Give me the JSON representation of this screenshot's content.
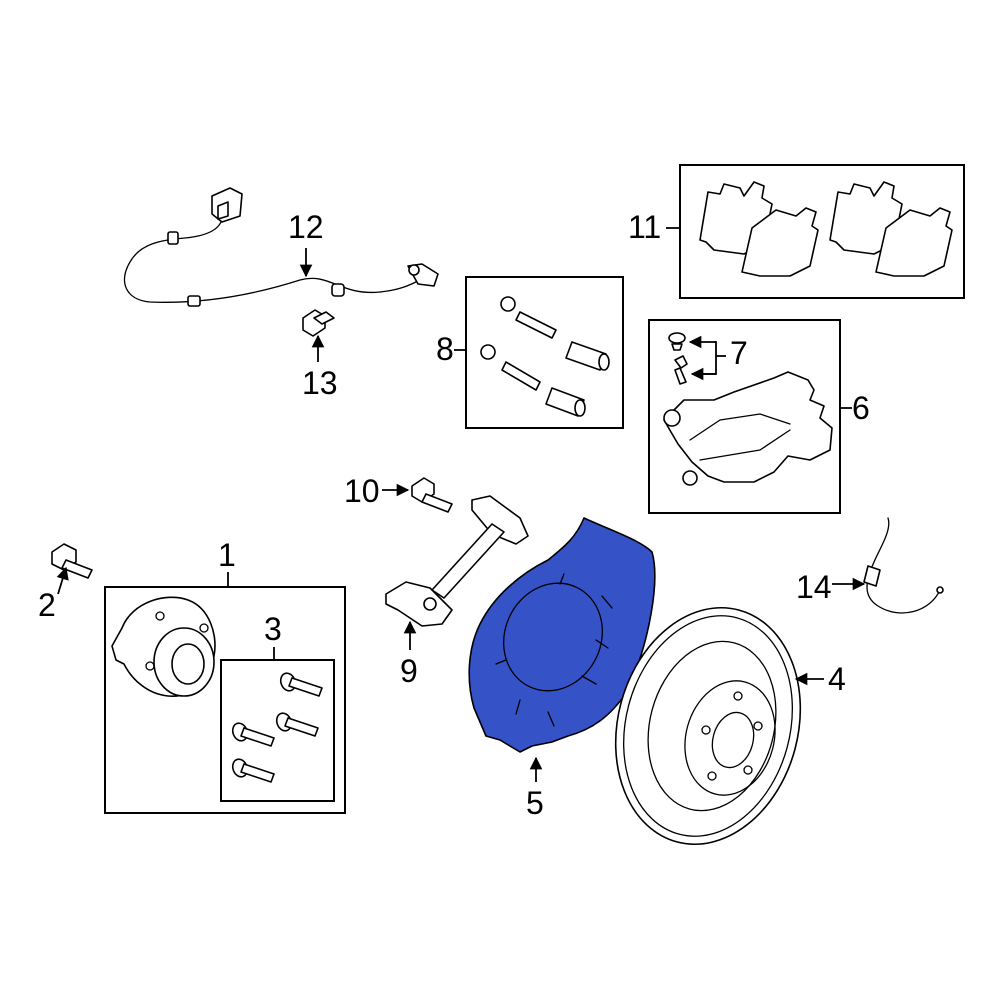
{
  "callouts": {
    "c1": "1",
    "c2": "2",
    "c3": "3",
    "c4": "4",
    "c5": "5",
    "c6": "6",
    "c7": "7",
    "c8": "8",
    "c9": "9",
    "c10": "10",
    "c11": "11",
    "c12": "12",
    "c13": "13",
    "c14": "14"
  },
  "colors": {
    "highlight": "#3552C6",
    "line": "#000000",
    "background": "#FFFFFF"
  }
}
